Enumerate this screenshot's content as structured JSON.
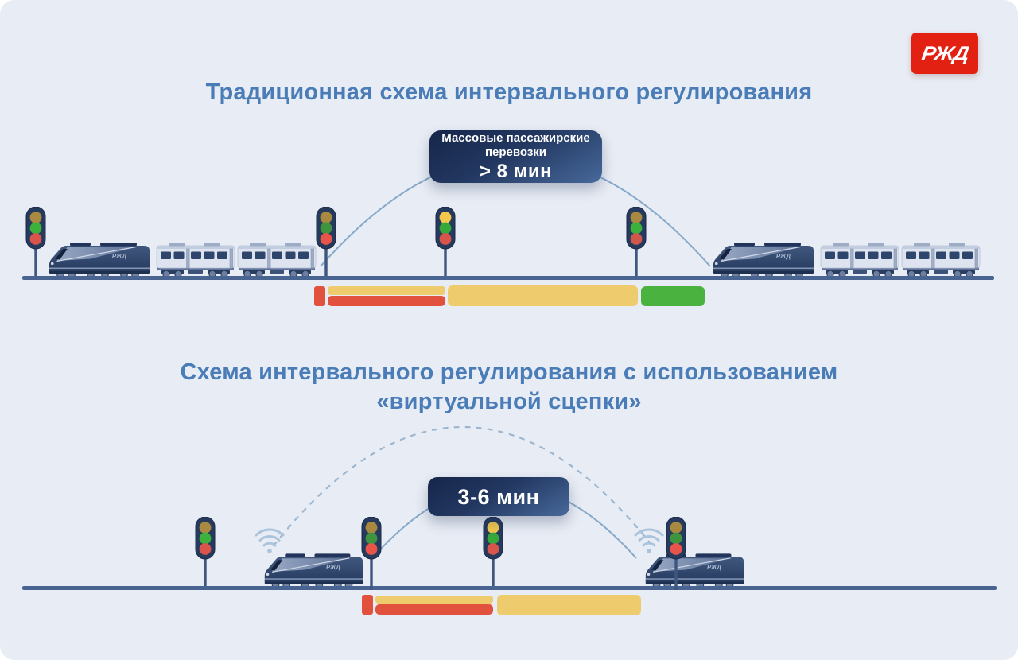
{
  "logo": {
    "text": "РЖД"
  },
  "train": {
    "label": "РЖД"
  },
  "scheme1": {
    "title": "Традиционная схема интервального регулирования",
    "badge": {
      "line1": "Массовые пассажирские",
      "line2": "перевозки",
      "value": "> 8 мин"
    },
    "signals": [
      {
        "lights": [
          "#a8893f",
          "#3cb13c",
          "#d9544a"
        ]
      },
      {
        "lights": [
          "#a8893f",
          "#3f9440",
          "#e8544a"
        ]
      },
      {
        "lights": [
          "#f3c84d",
          "#35a93a",
          "#d9544a"
        ]
      },
      {
        "lights": [
          "#a8893f",
          "#3cb13c",
          "#cf574b"
        ]
      }
    ],
    "track_segments": {
      "red": "#e2503e",
      "yellow": "#eecb6d",
      "green": "#4ab33f"
    }
  },
  "scheme2": {
    "title_line1": "Схема интервального регулирования с использованием",
    "title_line2": "«виртуальной сцепки»",
    "badge": {
      "value": "3-6 мин"
    },
    "signals": [
      {
        "lights": [
          "#a8893f",
          "#3cb13c",
          "#d9544a"
        ]
      },
      {
        "lights": [
          "#a8893f",
          "#3f9440",
          "#e8544a"
        ]
      },
      {
        "lights": [
          "#f3c84d",
          "#35a93a",
          "#d9544a"
        ]
      },
      {
        "lights": [
          "#a8893f",
          "#3f9440",
          "#e8544a"
        ]
      }
    ],
    "track_segments": {
      "red": "#e2503e",
      "yellow": "#eecb6d"
    }
  },
  "colors": {
    "background": "#e8ecf4",
    "title": "#4a7db8",
    "badge_gradient_start": "#16264a",
    "badge_gradient_end": "#47699b",
    "arc": "#86a8c9",
    "dashed_arc": "#9db6d0",
    "track": "#4a6492",
    "wifi": "#aac4de",
    "logo_red": "#e32112"
  }
}
